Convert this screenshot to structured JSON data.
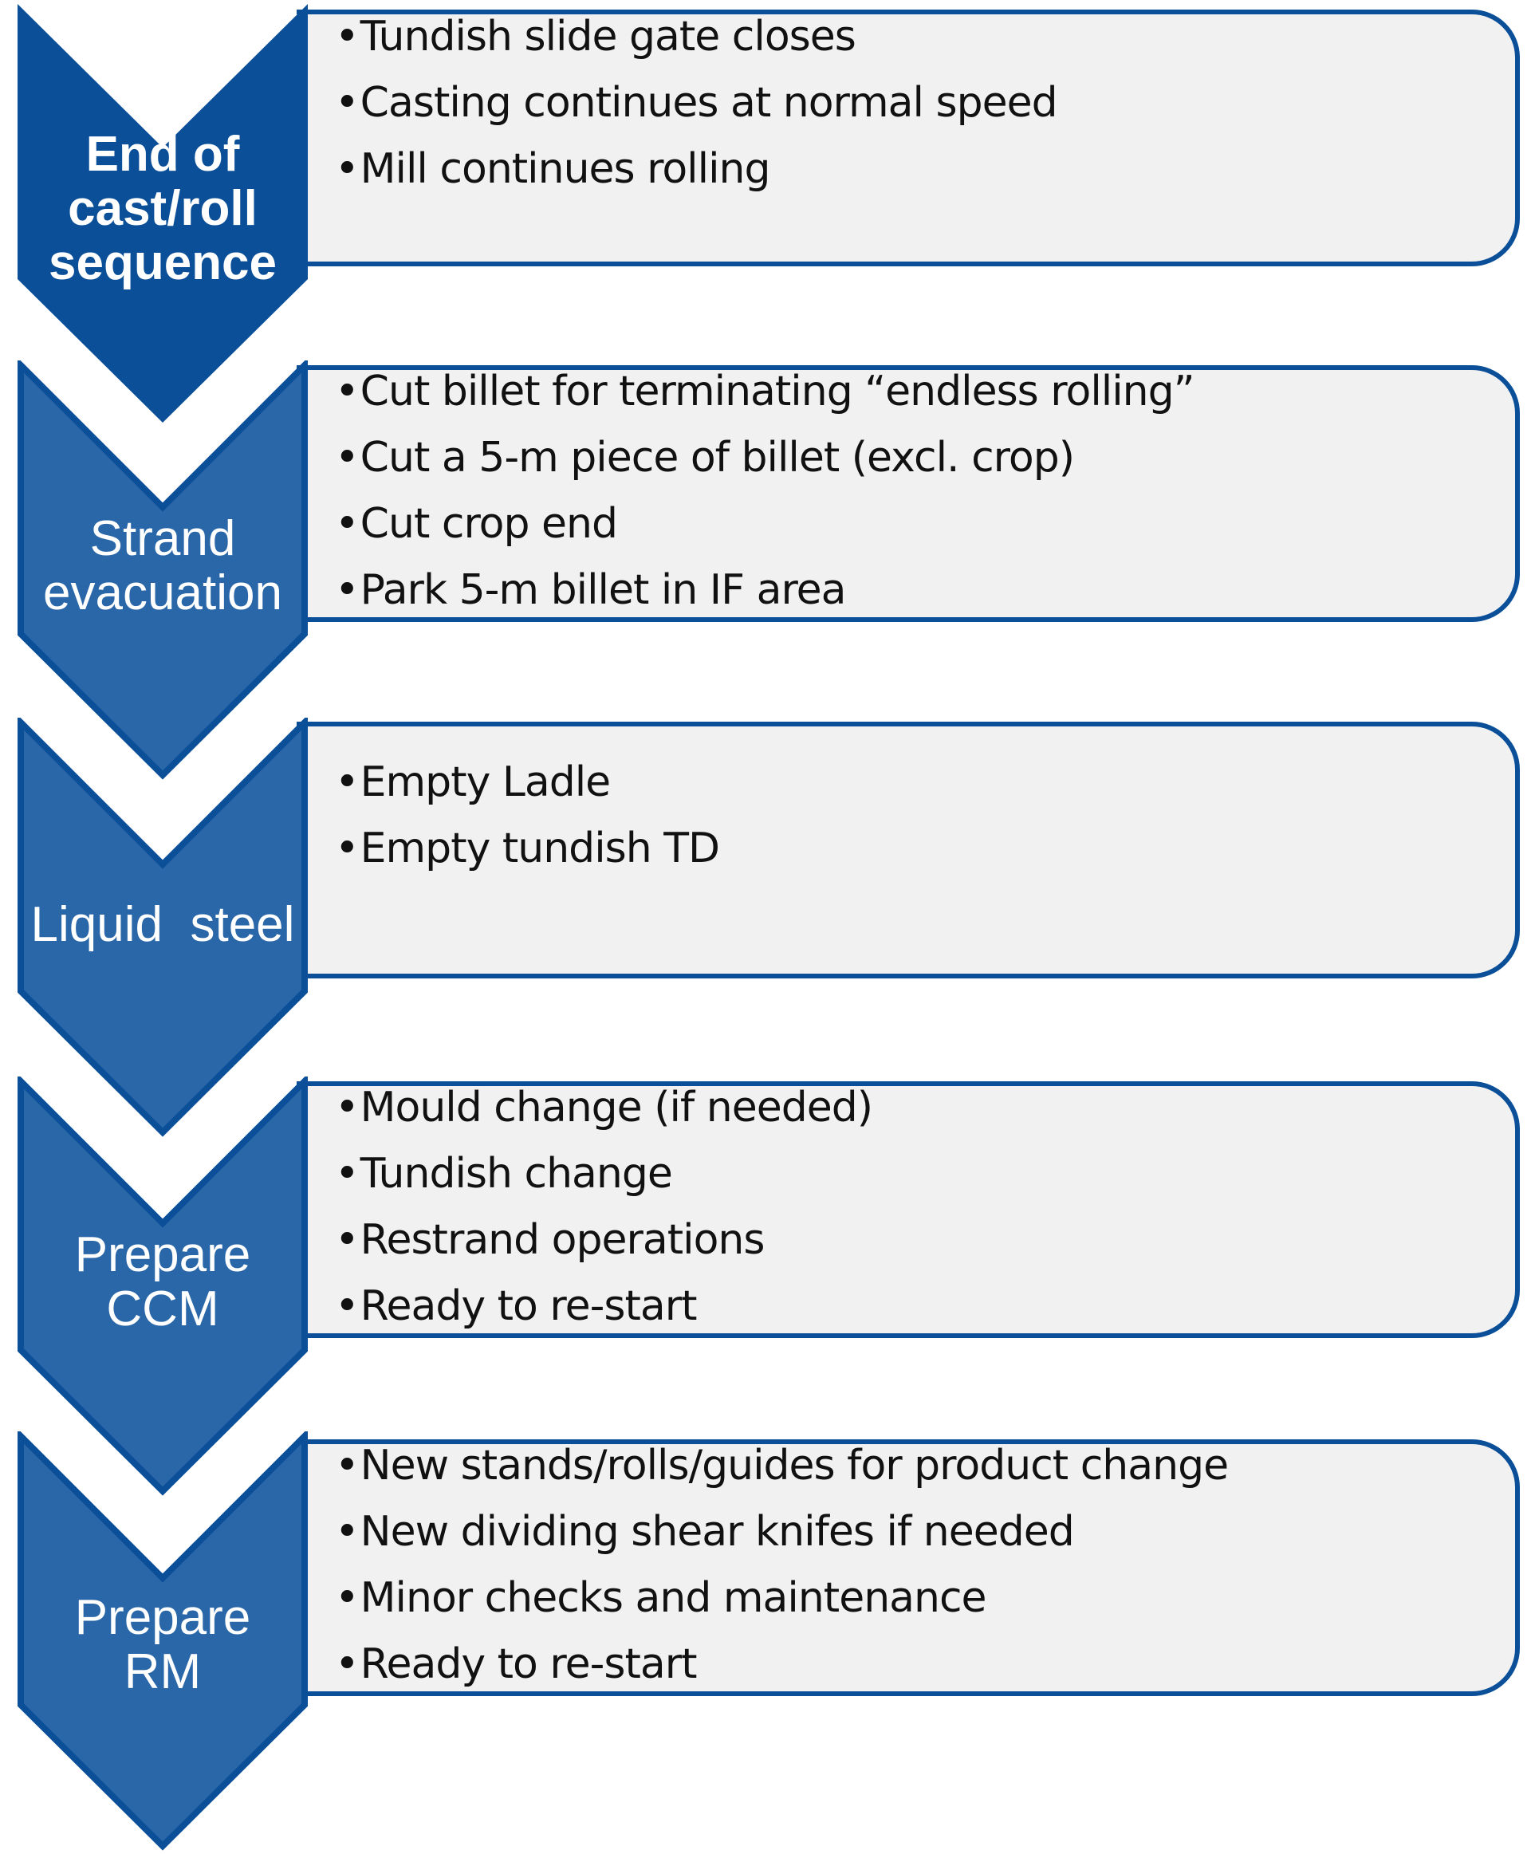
{
  "colors": {
    "chevron_dark": "#0a4f98",
    "chevron_fill": "#2a67a8",
    "chevron_border": "#0b4f98",
    "box_fill": "#f1f1f2",
    "box_border": "#0b4f98",
    "label_text": "#ffffff",
    "item_text": "#111111"
  },
  "steps": [
    {
      "label_lines": [
        "End of",
        "cast/roll",
        "sequence"
      ],
      "items": [
        "Tundish slide gate closes",
        "Casting continues at normal speed",
        "Mill continues rolling"
      ]
    },
    {
      "label_lines": [
        "Strand",
        "evacuation"
      ],
      "items": [
        "Cut billet for terminating “endless rolling”",
        "Cut a 5-m piece of billet (excl. crop)",
        "Cut crop end",
        "Park 5-m billet in IF area"
      ]
    },
    {
      "label_lines": [
        "Liquid  steel"
      ],
      "items": [
        "Empty Ladle",
        "Empty tundish TD"
      ]
    },
    {
      "label_lines": [
        "Prepare",
        "CCM"
      ],
      "items": [
        "Mould change (if needed)",
        "Tundish change",
        "Restrand operations",
        "Ready to re-start"
      ]
    },
    {
      "label_lines": [
        "Prepare",
        "RM"
      ],
      "items": [
        "New stands/rolls/guides for product change",
        "New dividing shear knifes if needed",
        "Minor checks and maintenance",
        "Ready to re-start"
      ]
    }
  ]
}
